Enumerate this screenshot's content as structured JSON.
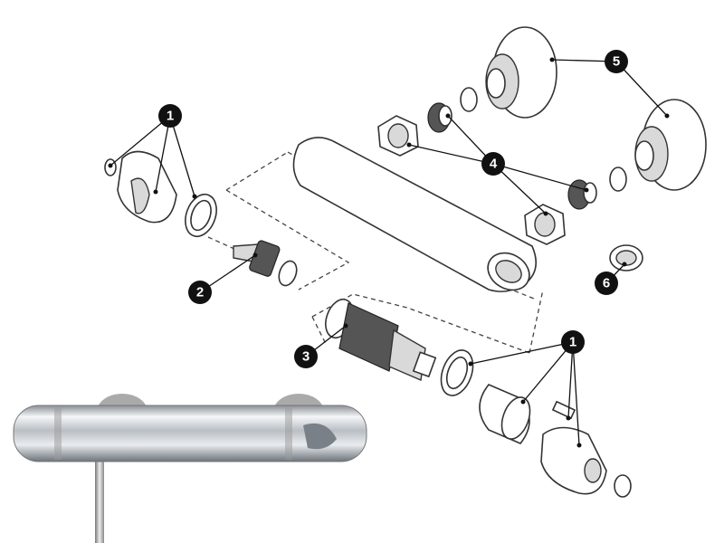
{
  "diagram": {
    "callouts": [
      {
        "label": "1"
      },
      {
        "label": "2"
      },
      {
        "label": "3"
      },
      {
        "label": "4"
      },
      {
        "label": "5"
      },
      {
        "label": "6"
      },
      {
        "label": "1"
      }
    ]
  }
}
